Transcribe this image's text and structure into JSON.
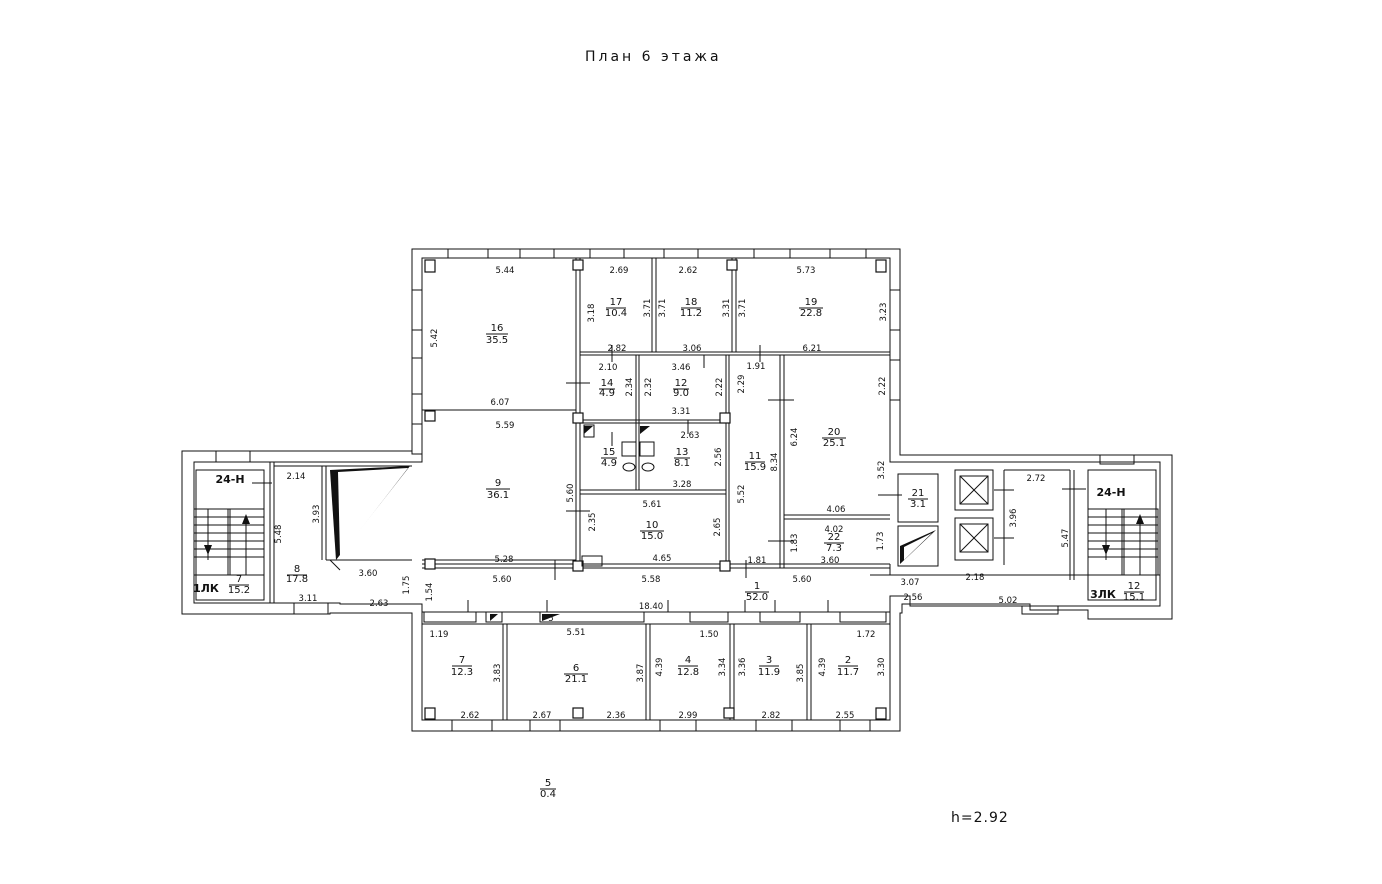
{
  "title": "План 6 этажа",
  "height_label": "h=2.92",
  "rooms": [
    {
      "num": "16",
      "area": "35.5"
    },
    {
      "num": "17",
      "area": "10.4"
    },
    {
      "num": "18",
      "area": "11.2"
    },
    {
      "num": "19",
      "area": "22.8"
    },
    {
      "num": "14",
      "area": "4.9"
    },
    {
      "num": "12",
      "area": "9.0"
    },
    {
      "num": "15",
      "area": "4.9"
    },
    {
      "num": "13",
      "area": "8.1"
    },
    {
      "num": "11",
      "area": "15.9"
    },
    {
      "num": "20",
      "area": "25.1"
    },
    {
      "num": "9",
      "area": "36.1"
    },
    {
      "num": "10",
      "area": "15.0"
    },
    {
      "num": "22",
      "area": "7.3"
    },
    {
      "num": "21",
      "area": "3.1"
    },
    {
      "num": "8",
      "area": "17.8"
    },
    {
      "num": "7",
      "area": "15.2"
    },
    {
      "num": "12",
      "area": "15.1"
    },
    {
      "num": "1",
      "area": "52.0"
    },
    {
      "num": "7",
      "area": "12.3"
    },
    {
      "num": "6",
      "area": "21.1"
    },
    {
      "num": "4",
      "area": "12.8"
    },
    {
      "num": "3",
      "area": "11.9"
    },
    {
      "num": "2",
      "area": "11.7"
    },
    {
      "num": "5",
      "area": "0.4"
    }
  ],
  "labels": {
    "stair_left": "24-H",
    "stair_right": "24-H",
    "lk_left": "1ЛК",
    "lk_right": "3ЛК",
    "room5_mark": "5"
  },
  "dimensions": [
    "5.44",
    "2.69",
    "2.62",
    "5.73",
    "5.42",
    "3.18",
    "3.71",
    "3.71",
    "3.31",
    "3.71",
    "3.23",
    "2.82",
    "3.06",
    "1.91",
    "6.21",
    "2.10",
    "3.46",
    "2.29",
    "2.22",
    "2.34",
    "2.32",
    "2.22",
    "6.07",
    "3.31",
    "5.59",
    "2.63",
    "6.24",
    "8.34",
    "3.52",
    "2.56",
    "3.28",
    "5.60",
    "5.61",
    "5.52",
    "4.06",
    "2.35",
    "2.65",
    "4.02",
    "1.83",
    "1.73",
    "4.65",
    "1.81",
    "3.60",
    "5.28",
    "5.60",
    "5.58",
    "5.60",
    "3.07",
    "2.72",
    "3.96",
    "2.18",
    "5.47",
    "2.14",
    "3.93",
    "5.48",
    "3.60",
    "1.75",
    "1.54",
    "3.11",
    "2.63",
    "2.56",
    "5.02",
    "18.40",
    "1.19",
    "5.51",
    "1.50",
    "1.72",
    "3.83",
    "3.87",
    "4.39",
    "3.34",
    "3.36",
    "3.85",
    "4.39",
    "3.30",
    "2.62",
    "2.67",
    "2.36",
    "2.99",
    "2.82",
    "2.55"
  ]
}
